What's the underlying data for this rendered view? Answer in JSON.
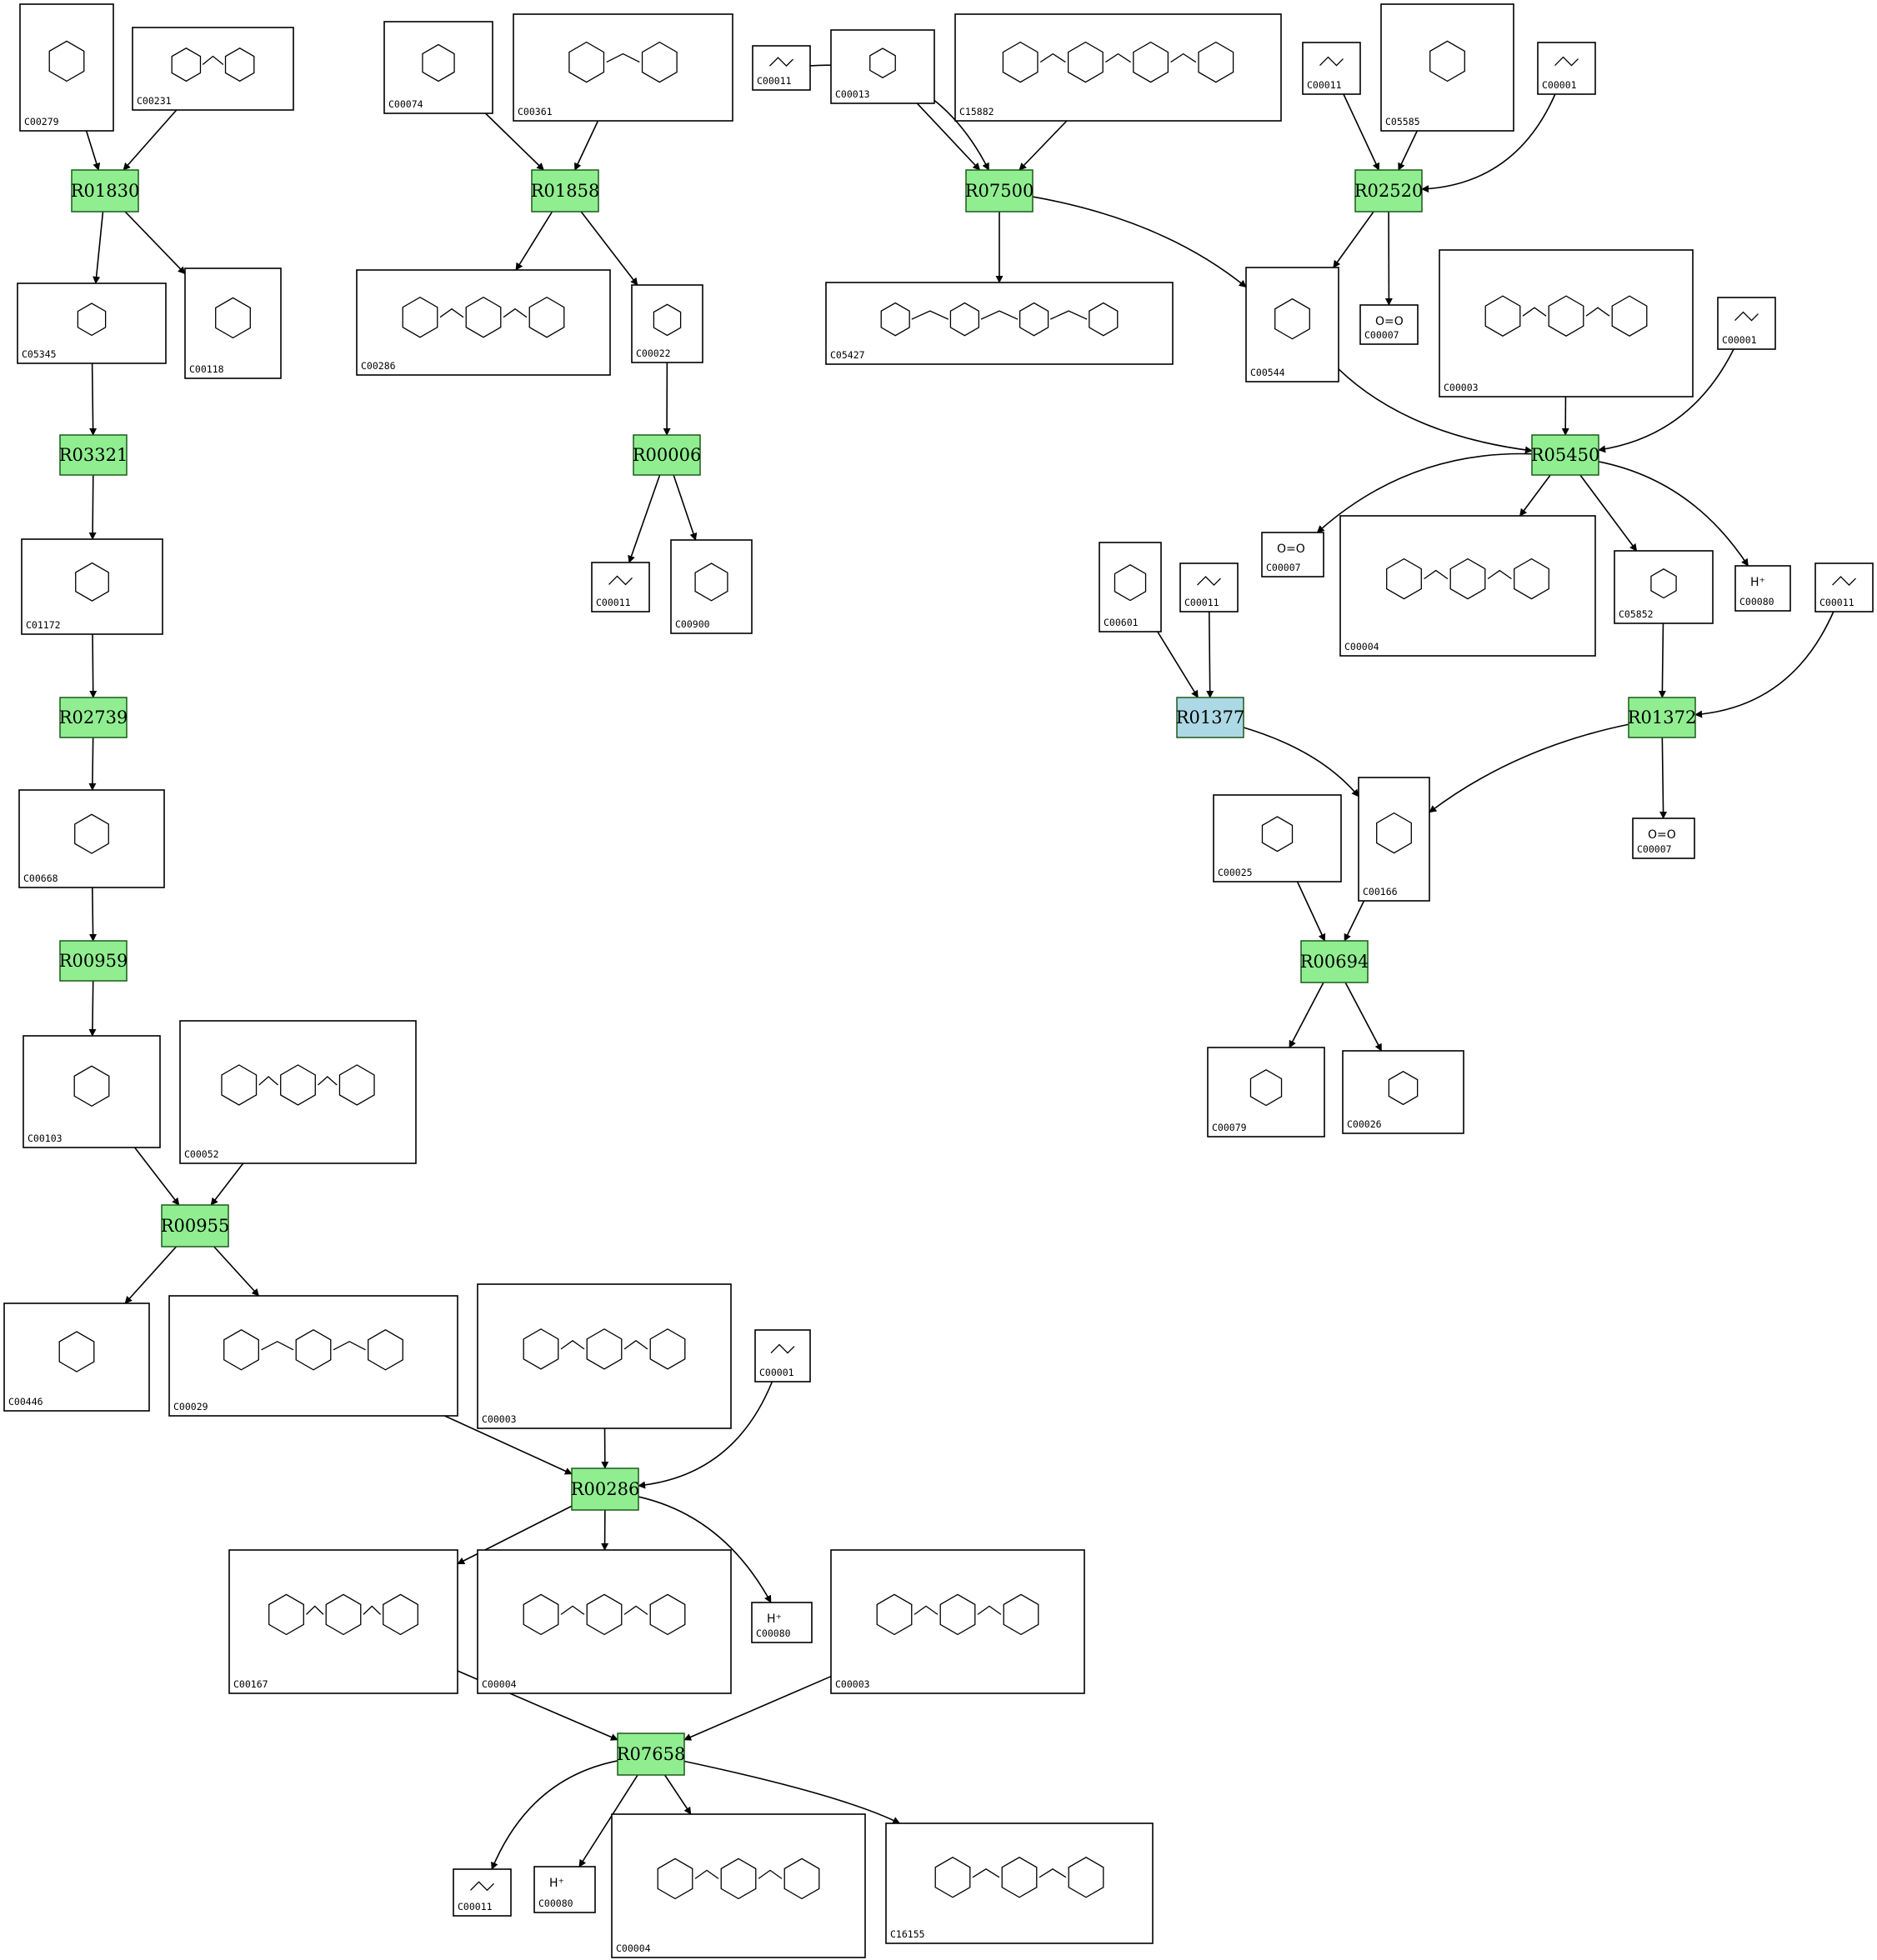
{
  "colors": {
    "reaction_default": "#90ee90",
    "reaction_highlight": "#add8e6",
    "stroke": "#000000",
    "background": "#ffffff"
  },
  "reactions": [
    {
      "id": "R01830",
      "highlight": false
    },
    {
      "id": "R01858",
      "highlight": false
    },
    {
      "id": "R07500",
      "highlight": false
    },
    {
      "id": "R02520",
      "highlight": false
    },
    {
      "id": "R03321",
      "highlight": false
    },
    {
      "id": "R00006",
      "highlight": false
    },
    {
      "id": "R05450",
      "highlight": false
    },
    {
      "id": "R01377",
      "highlight": true
    },
    {
      "id": "R01372",
      "highlight": false
    },
    {
      "id": "R02739",
      "highlight": false
    },
    {
      "id": "R00694",
      "highlight": false
    },
    {
      "id": "R00959",
      "highlight": false
    },
    {
      "id": "R00955",
      "highlight": false
    },
    {
      "id": "R00286",
      "highlight": false
    },
    {
      "id": "R07658",
      "highlight": false
    }
  ],
  "compounds": [
    {
      "key": "c00279",
      "id": "C00279"
    },
    {
      "key": "c00231",
      "id": "C00231"
    },
    {
      "key": "c00074",
      "id": "C00074"
    },
    {
      "key": "c00361",
      "id": "C00361"
    },
    {
      "key": "c00011a",
      "id": "C00011"
    },
    {
      "key": "c00013",
      "id": "C00013"
    },
    {
      "key": "c15882",
      "id": "C15882"
    },
    {
      "key": "c00011b",
      "id": "C00011"
    },
    {
      "key": "c05585",
      "id": "C05585"
    },
    {
      "key": "c00001a",
      "id": "C00001"
    },
    {
      "key": "c05345",
      "id": "C05345"
    },
    {
      "key": "c00118",
      "id": "C00118"
    },
    {
      "key": "c00286",
      "id": "C00286"
    },
    {
      "key": "c00022",
      "id": "C00022"
    },
    {
      "key": "c05427",
      "id": "C05427"
    },
    {
      "key": "c00544",
      "id": "C00544"
    },
    {
      "key": "c00007a",
      "id": "C00007",
      "formula": "O=O"
    },
    {
      "key": "c00003a",
      "id": "C00003"
    },
    {
      "key": "c00001b",
      "id": "C00001"
    },
    {
      "key": "c01172",
      "id": "C01172"
    },
    {
      "key": "c00011c",
      "id": "C00011"
    },
    {
      "key": "c00900",
      "id": "C00900"
    },
    {
      "key": "c00007b",
      "id": "C00007",
      "formula": "O=O"
    },
    {
      "key": "c00004a",
      "id": "C00004"
    },
    {
      "key": "c05852",
      "id": "C05852"
    },
    {
      "key": "c00080a",
      "id": "C00080",
      "formula": "H⁺"
    },
    {
      "key": "c00601",
      "id": "C00601"
    },
    {
      "key": "c00011d",
      "id": "C00011"
    },
    {
      "key": "c00011e",
      "id": "C00011"
    },
    {
      "key": "c00668",
      "id": "C00668"
    },
    {
      "key": "c00025",
      "id": "C00025"
    },
    {
      "key": "c00166",
      "id": "C00166"
    },
    {
      "key": "c00007c",
      "id": "C00007",
      "formula": "O=O"
    },
    {
      "key": "c00103",
      "id": "C00103"
    },
    {
      "key": "c00052",
      "id": "C00052"
    },
    {
      "key": "c00079",
      "id": "C00079"
    },
    {
      "key": "c00026",
      "id": "C00026"
    },
    {
      "key": "c00446",
      "id": "C00446"
    },
    {
      "key": "c00029",
      "id": "C00029"
    },
    {
      "key": "c00003b",
      "id": "C00003"
    },
    {
      "key": "c00001c",
      "id": "C00001"
    },
    {
      "key": "c00167",
      "id": "C00167"
    },
    {
      "key": "c00004b",
      "id": "C00004"
    },
    {
      "key": "c00080b",
      "id": "C00080",
      "formula": "H⁺"
    },
    {
      "key": "c00003c",
      "id": "C00003"
    },
    {
      "key": "c00011f",
      "id": "C00011"
    },
    {
      "key": "c00080c",
      "id": "C00080",
      "formula": "H⁺"
    },
    {
      "key": "c00004c",
      "id": "C00004"
    },
    {
      "key": "c16155",
      "id": "C16155"
    }
  ]
}
